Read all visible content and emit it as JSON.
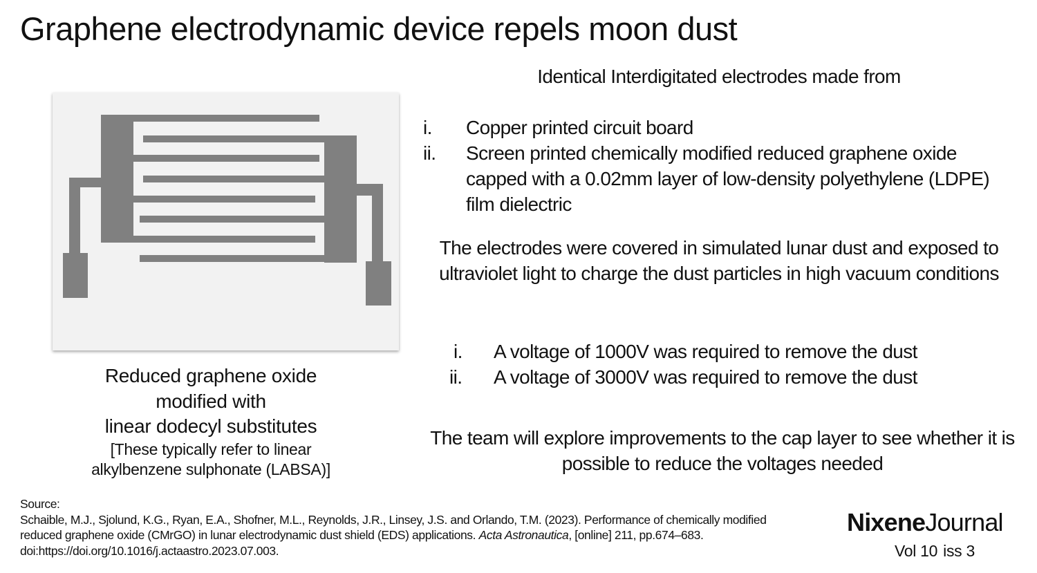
{
  "slide": {
    "title": "Graphene electrodynamic device repels moon dust"
  },
  "diagram": {
    "description": "Interdigitated electrode schematic",
    "background_color": "#f2f2f2",
    "electrode_color": "#808080"
  },
  "caption": {
    "lines": [
      "Reduced graphene oxide",
      "modified with",
      "linear dodecyl substitutes"
    ],
    "note_lines": [
      "[These typically refer to linear",
      "alkylbenzene sulphonate (LABSA)]"
    ]
  },
  "intro": {
    "text": "Identical Interdigitated electrodes made from"
  },
  "materials": [
    {
      "num": "i.",
      "text": "Copper printed circuit board"
    },
    {
      "num": "ii.",
      "text": "Screen printed chemically modified reduced graphene oxide capped with a 0.02mm layer of low-density polyethylene (LDPE) film dielectric"
    }
  ],
  "experiment": {
    "text": "The electrodes were covered in simulated lunar dust and exposed to ultraviolet light to charge the dust particles in high vacuum conditions"
  },
  "results": [
    {
      "num": "i.",
      "text": "A voltage of 1000V was required to remove the dust"
    },
    {
      "num": "ii.",
      "text": "A voltage of 3000V was required to remove the dust"
    }
  ],
  "conclusion": {
    "text": "The team will explore improvements to the cap layer to see whether it is possible to reduce the voltages needed"
  },
  "source": {
    "label": "Source:",
    "citation_pre": "Schaible, M.J., Sjolund, K.G., Ryan, E.A., Shofner, M.L., Reynolds, J.R., Linsey, J.S. and Orlando, T.M. (2023). Performance of chemically modified reduced graphene oxide (CMrGO) in lunar electrodynamic dust shield (EDS) applications. ",
    "journal": "Acta Astronautica",
    "citation_post": ", [online] 211, pp.674–683. doi:https://doi.org/10.1016/j.actaastro.2023.07.003."
  },
  "brand": {
    "name_bold": "Nixene",
    "name_regular": "Journal",
    "volume": "Vol 10",
    "issue": "iss 3"
  }
}
